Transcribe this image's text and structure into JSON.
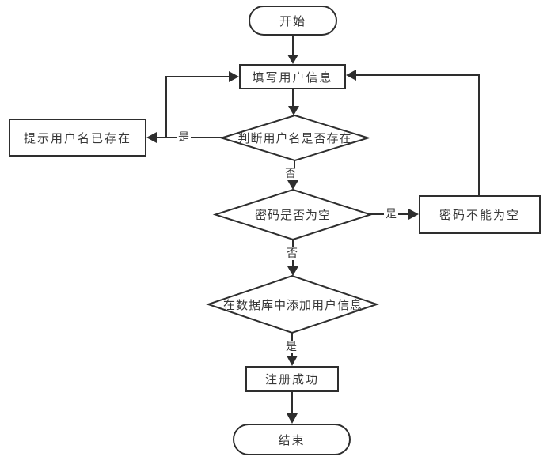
{
  "diagram": {
    "kind": "flowchart",
    "colors": {
      "line": "#2e2e2e",
      "text": "#383838",
      "background": "#ffffff"
    },
    "nodes": [
      {
        "id": "start",
        "type": "terminator",
        "label": "开始"
      },
      {
        "id": "fill-user-info",
        "type": "process",
        "label": "填写用户信息"
      },
      {
        "id": "check-username",
        "type": "decision",
        "label": "判断用户名是否存在"
      },
      {
        "id": "username-exists",
        "type": "process",
        "label": "提示用户名已存在"
      },
      {
        "id": "check-password",
        "type": "decision",
        "label": "密码是否为空"
      },
      {
        "id": "password-empty",
        "type": "process",
        "label": "密码不能为空"
      },
      {
        "id": "add-user-to-db",
        "type": "decision",
        "label": "在数据库中添加用户信息"
      },
      {
        "id": "register-success",
        "type": "process",
        "label": "注册成功"
      },
      {
        "id": "end",
        "type": "terminator",
        "label": "结束"
      }
    ],
    "edge_labels": {
      "check_username_yes": "是",
      "check_username_no": "否",
      "check_password_yes": "是",
      "check_password_no": "否",
      "add_user_yes": "是"
    }
  }
}
